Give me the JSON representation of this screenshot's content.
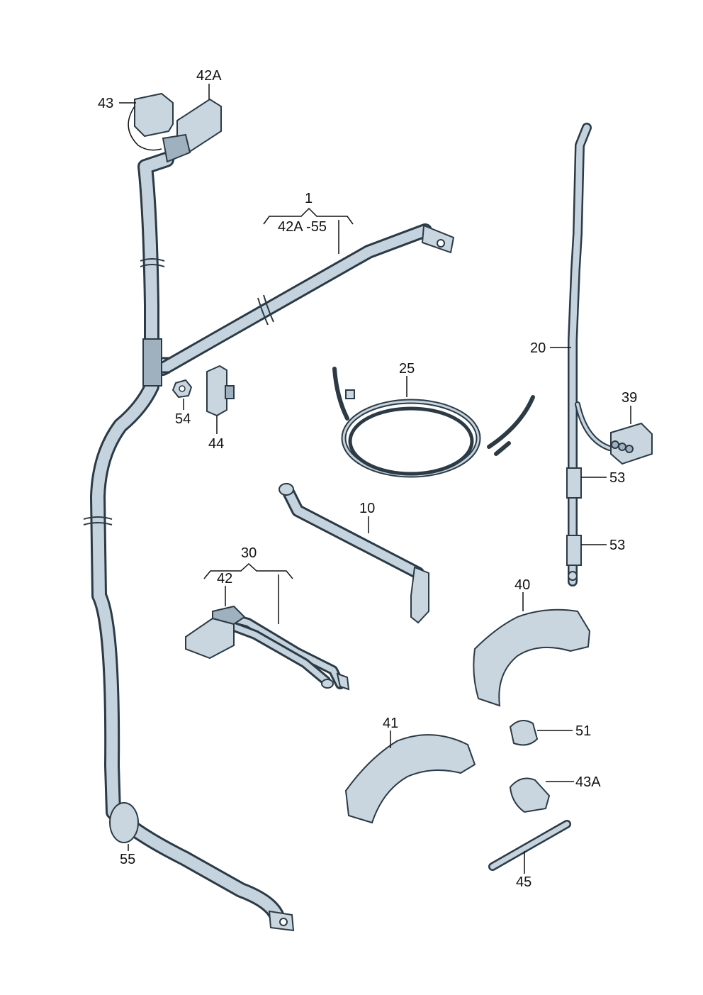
{
  "labels": {
    "l42A": "42A",
    "l43": "43",
    "l1": "1",
    "l42A_55": "42A -55",
    "l20": "20",
    "l25": "25",
    "l39": "39",
    "l54": "54",
    "l44": "44",
    "l53a": "53",
    "l53b": "53",
    "l10": "10",
    "l30": "30",
    "l42": "42",
    "l40": "40",
    "l51": "51",
    "l41": "41",
    "l43A": "43A",
    "l55": "55",
    "l45": "45"
  },
  "colors": {
    "part_fill": "#c9d6e0",
    "outline": "#2b3a45",
    "text": "#111111"
  }
}
